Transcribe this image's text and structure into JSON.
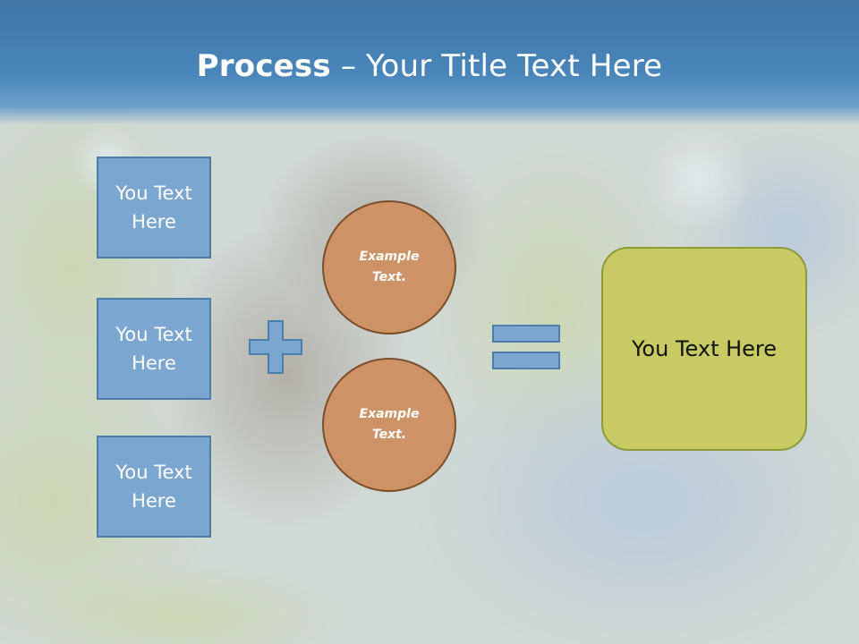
{
  "slide": {
    "title_bold": "Process",
    "title_sep": " – ",
    "title_rest": "Your Title Text Here"
  },
  "left_boxes": [
    {
      "line1": "You Text",
      "line2": "Here"
    },
    {
      "line1": "You Text",
      "line2": "Here"
    },
    {
      "line1": "You Text",
      "line2": "Here"
    }
  ],
  "circles": [
    {
      "line1": "Example",
      "line2": "Text."
    },
    {
      "line1": "Example",
      "line2": "Text."
    }
  ],
  "result": {
    "text": "You Text Here"
  },
  "icons": {
    "plus": "plus-icon",
    "equals": "equals-icon"
  },
  "colors": {
    "title_band": "#4a86bb",
    "box_fill": "#7aa6cf",
    "box_border": "#4d7eaa",
    "circle_fill": "#cd9366",
    "circle_border": "#7a4f2c",
    "result_fill": "#c8cb63",
    "result_border": "#8c9a3a"
  }
}
